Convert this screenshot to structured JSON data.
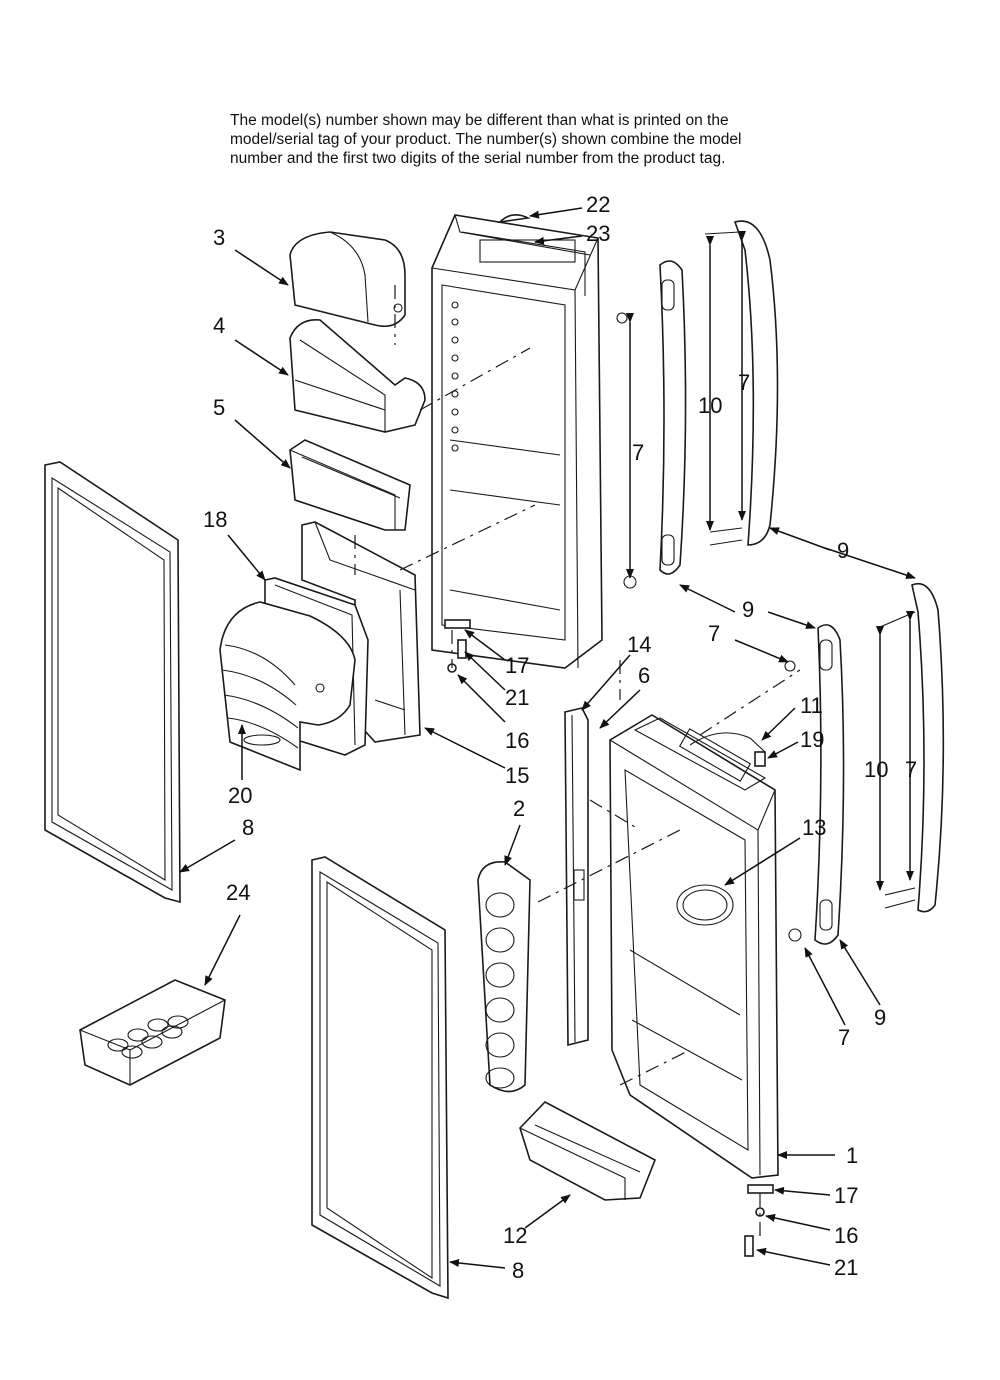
{
  "disclaimer": {
    "line1": "The model(s) number shown may be different than what is printed on the",
    "line2": "model/serial tag of your product. The number(s) shown combine the model",
    "line3": "number and the first two digits of the serial number from the product tag."
  },
  "callouts": {
    "c22": "22",
    "c23": "23",
    "c3": "3",
    "c4": "4",
    "c5": "5",
    "c18": "18",
    "c20": "20",
    "c8a": "8",
    "c8b": "8",
    "c24": "24",
    "c10a": "10",
    "c7a": "7",
    "c7b": "7",
    "c9a": "9",
    "c9b": "9",
    "c7c": "7",
    "c17a": "17",
    "c21a": "21",
    "c16a": "16",
    "c15": "15",
    "c14": "14",
    "c6": "6",
    "c11": "11",
    "c19": "19",
    "c10b": "10",
    "c7d": "7",
    "c2": "2",
    "c13": "13",
    "c9c": "9",
    "c7e": "7",
    "c1": "1",
    "c17b": "17",
    "c16b": "16",
    "c21b": "21",
    "c12": "12"
  }
}
